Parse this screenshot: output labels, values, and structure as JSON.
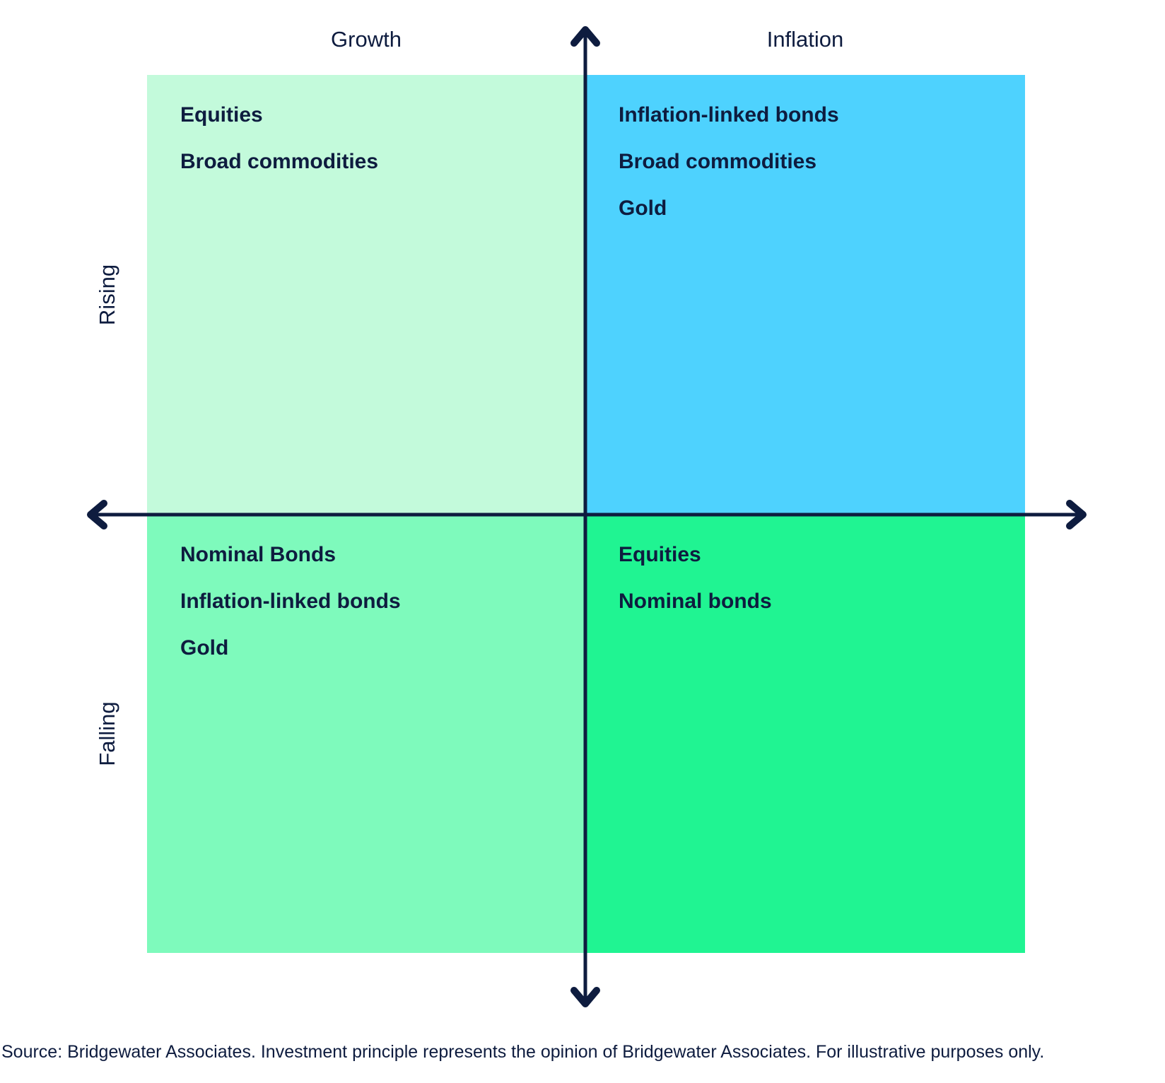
{
  "diagram": {
    "columns": {
      "left": "Growth",
      "right": "Inflation"
    },
    "rows": {
      "top": "Rising",
      "bottom": "Falling"
    },
    "quadrants": {
      "growth_rising": {
        "items": [
          "Equities",
          "Broad commodities"
        ]
      },
      "inflation_rising": {
        "items": [
          "Inflation-linked bonds",
          "Broad commodities",
          "Gold"
        ]
      },
      "growth_falling": {
        "items": [
          "Nominal Bonds",
          "Inflation-linked bonds",
          "Gold"
        ]
      },
      "inflation_falling": {
        "items": [
          "Equities",
          "Nominal bonds"
        ]
      }
    },
    "footer": "Source: Bridgewater Associates. Investment principle represents the opinion of Bridgewater Associates. For illustrative purposes only."
  },
  "colors": {
    "background": "#ffffff",
    "text": "#0e1c3f",
    "axis": "#0e1c3f",
    "quadrant-top-left": "#c3fadb",
    "quadrant-top-right": "#4ed2fe",
    "quadrant-bottom-left": "#7efabc",
    "quadrant-bottom-right": "#20f492"
  }
}
